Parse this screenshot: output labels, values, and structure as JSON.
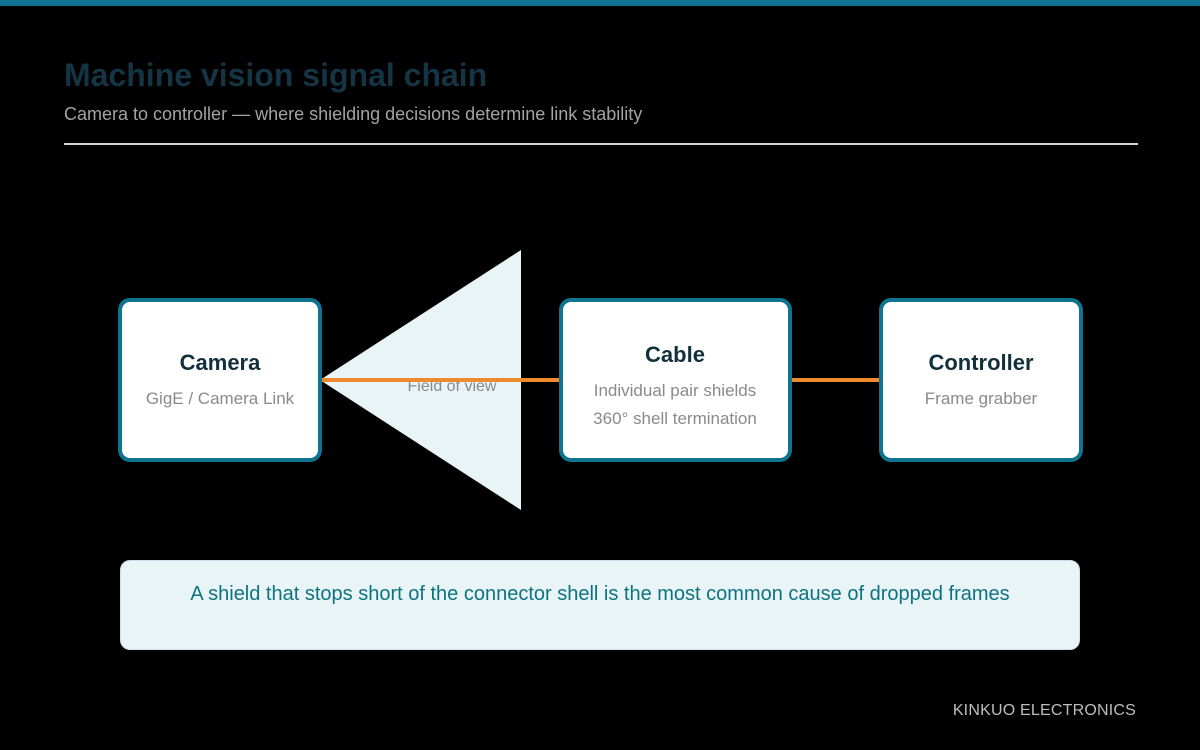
{
  "header": {
    "title": "Machine vision signal chain",
    "subtitle": "Camera to controller — where shielding decisions determine link stability"
  },
  "diagram": {
    "nodes": [
      {
        "id": "camera",
        "title": "Camera",
        "details": [
          "GigE / Camera Link"
        ]
      },
      {
        "id": "cable",
        "title": "Cable",
        "details": [
          "Individual pair shields",
          "360° shell termination"
        ]
      },
      {
        "id": "controller",
        "title": "Controller",
        "details": [
          "Frame grabber"
        ]
      }
    ],
    "fov_label": "Field of view"
  },
  "callout": {
    "text": "A shield that stops short of the connector shell is the most common cause of dropped frames"
  },
  "footer": {
    "brand": "KINKUO ELECTRONICS"
  },
  "colors": {
    "background": "#000000",
    "accent_teal": "#0e7490",
    "title_text": "#163544",
    "subtitle_text": "#a3a3a3",
    "rule": "#d4d4d4",
    "node_fill": "#ffffff",
    "node_border": "#0e7490",
    "node_title": "#12303c",
    "node_detail": "#8a8a8a",
    "link_orange": "#ee8a2c",
    "fov_fill": "#e8f4f6",
    "callout_fill": "#e8f4f6",
    "callout_border": "#c9dfe4",
    "callout_text": "#0e7380",
    "footer_text": "#bdbdbd"
  }
}
